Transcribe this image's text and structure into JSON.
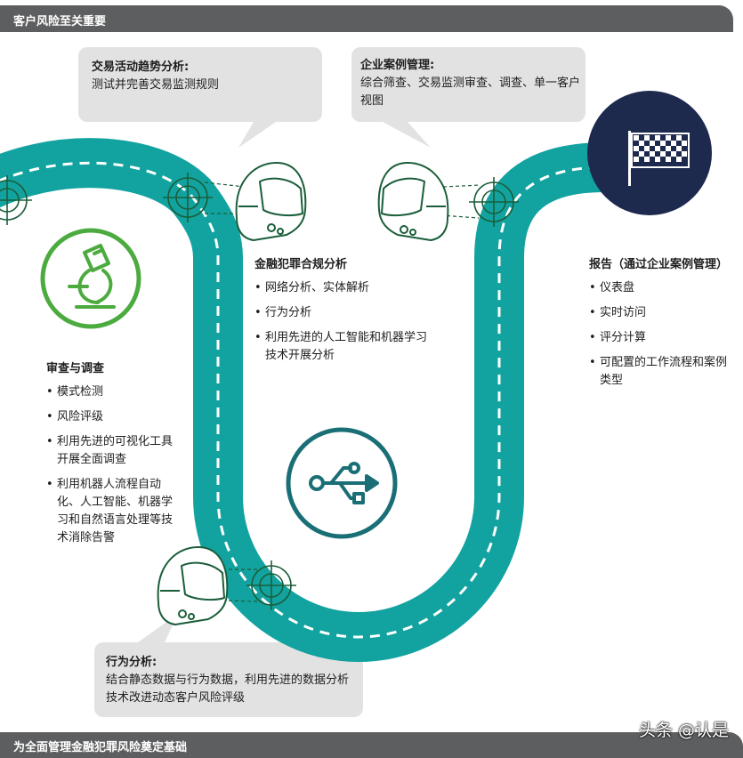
{
  "header": {
    "title": "客户风险至关重要"
  },
  "footer": {
    "title": "为全面管理金融犯罪风险奠定基础"
  },
  "watermark": "头条 @认是",
  "colors": {
    "road": "#12a3a0",
    "green": "#2c7a3e",
    "lime": "#4bab3f",
    "navy": "#1d2a4e",
    "bar": "#5d5e60",
    "bubble": "#e2e2e2"
  },
  "callouts": {
    "transaction": {
      "title": "交易活动趋势分析:",
      "body": "测试并完善交易监测规则"
    },
    "case_management": {
      "title": "企业案例管理:",
      "line1": "综合筛查、交易监测审查、调查、单一客户",
      "line2": "视图"
    },
    "behavior": {
      "title": "行为分析:",
      "line1": "结合静态数据与行为数据，利用先进的数据分析",
      "line2": "技术改进动态客户风险评级"
    }
  },
  "sections": {
    "review": {
      "title": "审查与调查",
      "items": [
        "模式检测",
        "风险评级",
        "利用先进的可视化工具开展全面调查",
        "利用机器人流程自动化、人工智能、机器学习和自然语言处理等技术消除告警"
      ]
    },
    "compliance": {
      "title": "金融犯罪合规分析",
      "items": [
        "网络分析、实体解析",
        "行为分析",
        "利用先进的人工智能和机器学习技术开展分析"
      ]
    },
    "report": {
      "title": "报告（通过企业案例管理）",
      "items": [
        "仪表盘",
        "实时访问",
        "评分计算",
        "可配置的工作流程和案例类型"
      ]
    }
  },
  "icons": [
    "microscope-icon",
    "usb-icon",
    "checkered-flag-icon",
    "helmet-icon",
    "crosshair-icon"
  ]
}
